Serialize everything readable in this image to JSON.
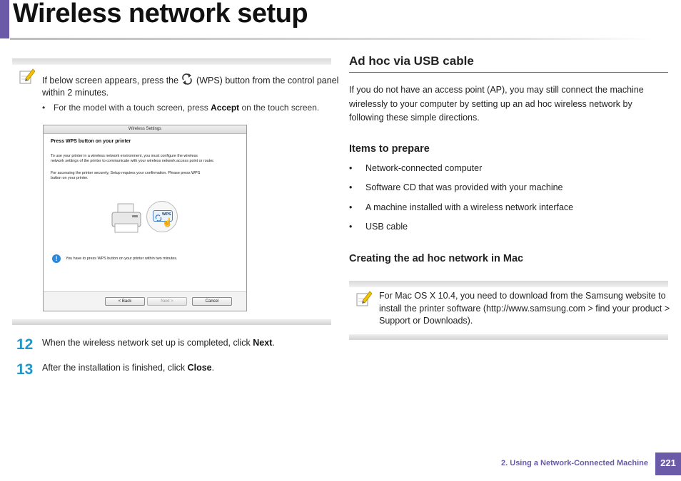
{
  "page": {
    "title": "Wireless network setup",
    "page_number": "221",
    "footer_label": "2.  Using a Network-Connected Machine"
  },
  "left": {
    "note": {
      "text_before": "If below screen appears, press the",
      "text_after": "(WPS) button from the control panel",
      "text_line2": "within 2 minutes.",
      "bullet_before": "For the model with a touch screen, press",
      "bullet_bold": "Accept",
      "bullet_after": "on the touch screen."
    },
    "dialog": {
      "window_title": "Wireless Settings",
      "heading": "Press WPS button on your printer",
      "para1_line1": "To use your printer in a wireless network environment, you must configure the wireless",
      "para1_line2": "network settings of the printer to communicate with your wireless network access point or router.",
      "para2_line1": "For accessing the printer securely, Setup requires your confirmation. Please press WPS",
      "para2_line2": "button on your printer.",
      "wps_label": "WPS",
      "info_text": "You have to press WPS button on your printer within two minutes.",
      "back_label": "< Back",
      "next_label": "Next >",
      "cancel_label": "Cancel"
    },
    "steps": [
      {
        "num": "12",
        "text": "When the wireless network set up is completed, click",
        "bold": "Next",
        "tail": "."
      },
      {
        "num": "13",
        "text": "After the installation is finished, click",
        "bold": "Close",
        "tail": "."
      }
    ]
  },
  "right": {
    "heading": "Ad hoc via USB cable",
    "intro_lines": [
      "If you do not have an access point (AP), you may still connect the machine",
      "wirelessly to your computer by setting up an ad hoc wireless network by",
      "following these simple directions."
    ],
    "items_heading": "Items to prepare",
    "items": [
      "Network-connected computer",
      "Software CD that was provided with your machine",
      "A machine installed with a wireless network interface",
      "USB cable"
    ],
    "mac_heading": "Creating the ad hoc network in Mac",
    "mac_note_lines": [
      "For Mac OS X 10.4, you need to download from the Samsung website to",
      "install the printer software (http://www.samsung.com > find your product >",
      "Support or Downloads)."
    ]
  },
  "colors": {
    "accent": "#6a5aa8",
    "step_number": "#2196c7",
    "note_icon": "#f2c200"
  },
  "icons": {
    "note": "pencil-note-icon",
    "wps": "wps-arrows-icon",
    "info": "info-icon",
    "printer": "printer-icon",
    "hand": "hand-pointer-icon"
  }
}
